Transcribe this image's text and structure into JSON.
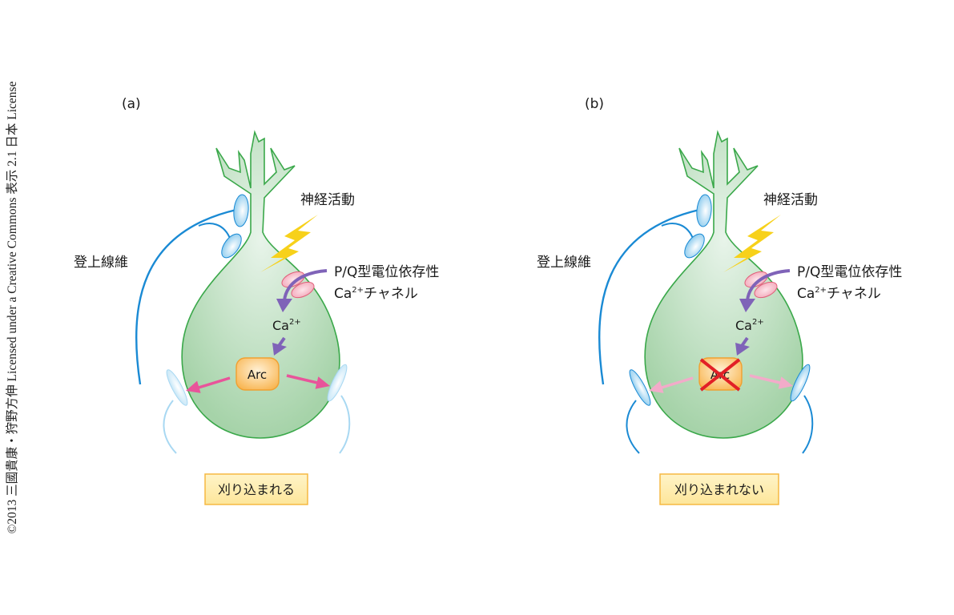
{
  "credit": "©2013 三國貴康・狩野方伸 Licensed under a Creative Commons 表示 2.1 日本 License",
  "colors": {
    "cell_fill": "#b6dcb9",
    "cell_stroke": "#3aa84a",
    "climbing_fiber": "#1a8ad4",
    "synapse_fill": "#a9d8f2",
    "pale_fiber": "#a8d8f2",
    "lightning": "#f7d11a",
    "channel_fill": "#f4b4c2",
    "channel_stroke": "#e0607a",
    "ca_arrow": "#7f63b8",
    "arc_arrow_strong": "#e8549a",
    "arc_arrow_weak": "#f2abc9",
    "arc_box": "#f7b64a",
    "cross": "#e21f26",
    "result_box_border": "#f5b842"
  },
  "panels": [
    {
      "id": "a",
      "letter": "(a)",
      "neural_activity": "神経活動",
      "climbing_fiber": "登上線維",
      "channel_line1": "P/Q型電位依存性",
      "channel_line2_ca": "Ca",
      "channel_line2_sup": "2+",
      "channel_line2_rest": "チャネル",
      "ion_ca": "Ca",
      "ion_sup": "2+",
      "arc": "Arc",
      "arc_blocked": false,
      "result": "刈り込まれる"
    },
    {
      "id": "b",
      "letter": "(b)",
      "neural_activity": "神経活動",
      "climbing_fiber": "登上線維",
      "channel_line1": "P/Q型電位依存性",
      "channel_line2_ca": "Ca",
      "channel_line2_sup": "2+",
      "channel_line2_rest": "チャネル",
      "ion_ca": "Ca",
      "ion_sup": "2+",
      "arc": "Arc",
      "arc_blocked": true,
      "result": "刈り込まれない"
    }
  ]
}
